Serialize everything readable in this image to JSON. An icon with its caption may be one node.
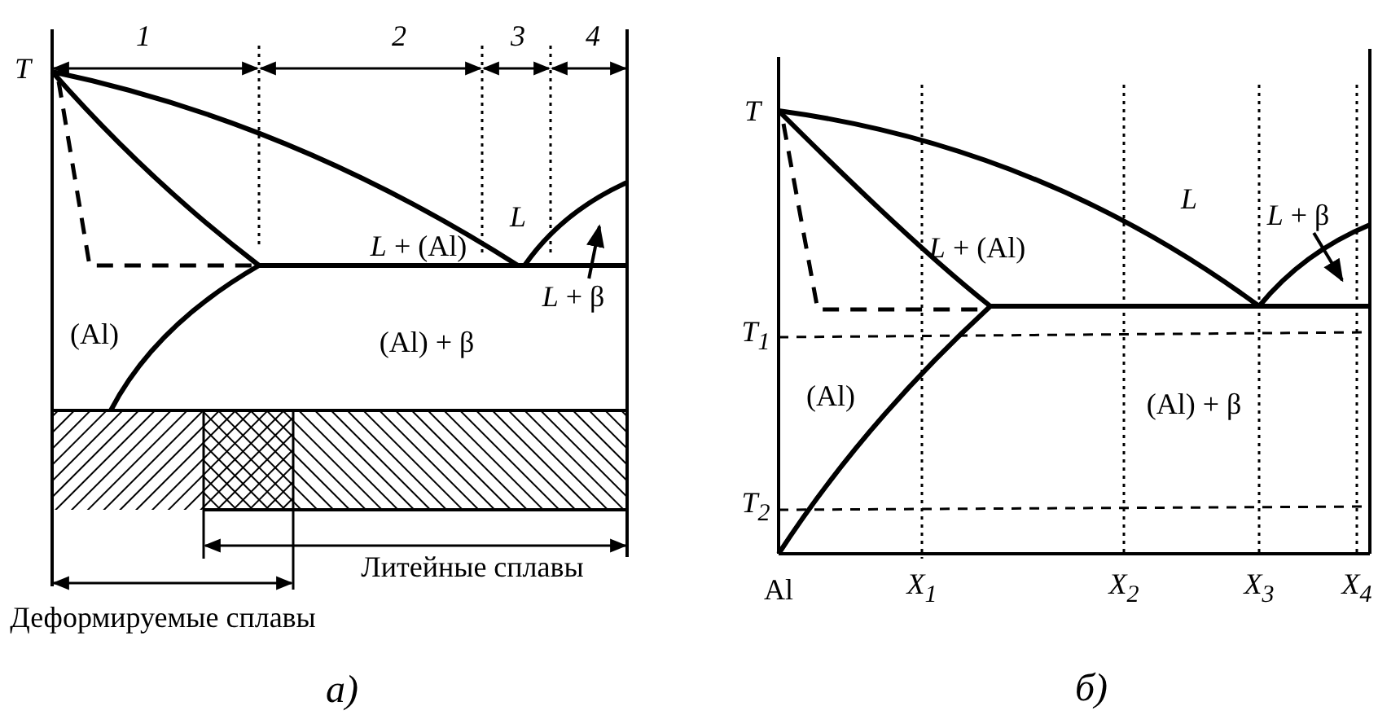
{
  "diagram": {
    "nodes": [
      {
        "text": [
          "*L* + β"
        ]
      },
      {
        "text": [
          "*L* + β"
        ]
      }
    ],
    "edges": [
      {
        "from": 0,
        "to": null,
        "arrow": "to"
      },
      {
        "from": 1,
        "to": null,
        "arrow": "to"
      }
    ],
    "labels": [
      "1",
      "2",
      "3",
      "4",
      "T",
      "L",
      "*L* + (Al)",
      "(Al)",
      "(Al) + β",
      "Литейные сплавы",
      "Деформируемые сплавы",
      "а)",
      "T",
      "L",
      "*L* + (Al)",
      "T$_{1}$",
      "(Al)",
      "(Al) + β",
      "T$_{2}$",
      "Al",
      "X$_{1}$",
      "X$_{2}$",
      "X$_{3}$",
      "X$_{4}$",
      "б)"
    ]
  }
}
